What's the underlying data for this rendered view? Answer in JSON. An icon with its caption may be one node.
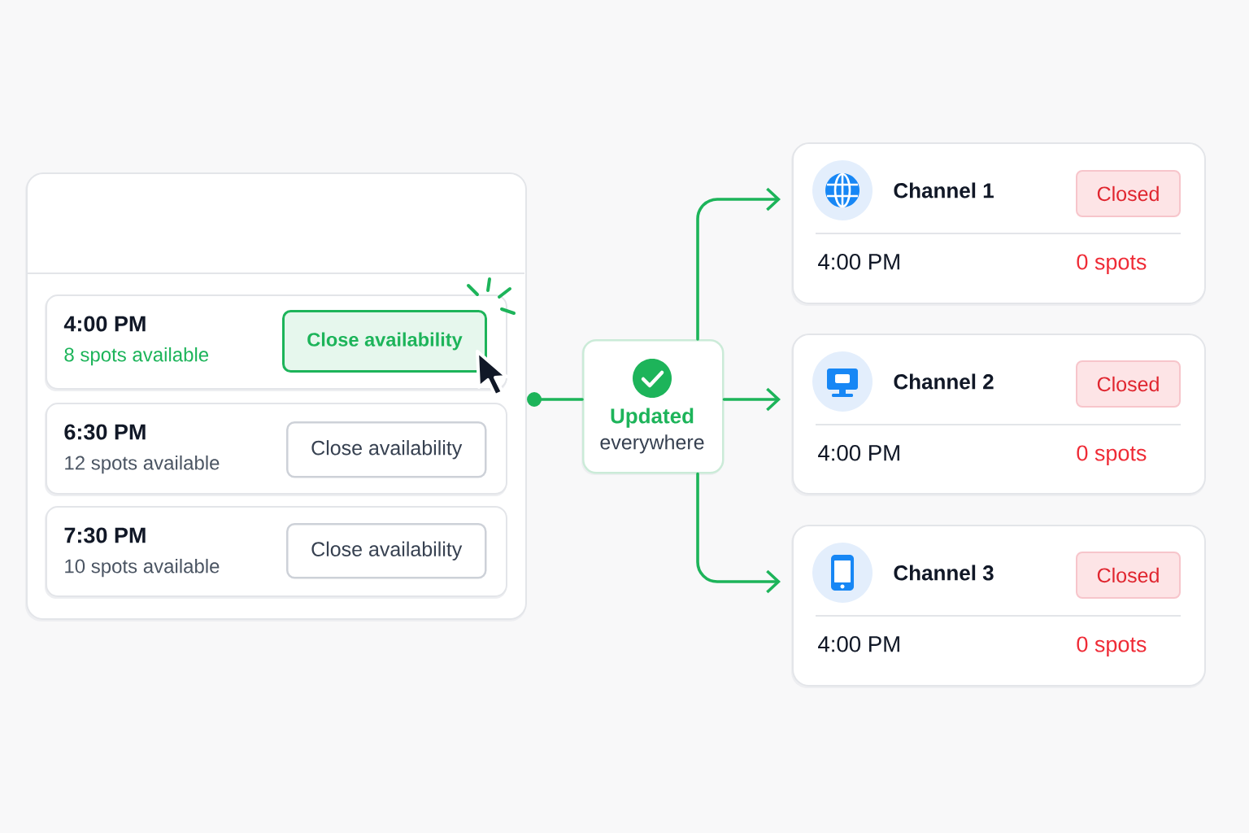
{
  "diagram": {
    "nodes": [
      {
        "text": [],
        "shape": "box"
      },
      {
        "text": [
          "4:00 PM",
          "8 spots available"
        ],
        "in": 0
      },
      {
        "text": [
          "Close availability"
        ],
        "in": 1
      },
      {
        "text": [
          "6:30 PM",
          "12 spots available"
        ],
        "in": 0
      },
      {
        "text": [
          "Close availability"
        ],
        "in": 3
      },
      {
        "text": [
          "7:30 PM",
          "10 spots available"
        ],
        "in": 0
      },
      {
        "text": [
          "Close availability"
        ],
        "in": 5
      },
      {
        "text": [
          "Updated",
          "everywhere"
        ]
      },
      {
        "text": [
          "Channel 1",
          "4:00 PM",
          "0 spots"
        ]
      },
      {
        "text": [
          "Closed"
        ],
        "in": 8
      },
      {
        "text": [
          "Channel 2",
          "4:00 PM",
          "0 spots"
        ]
      },
      {
        "text": [
          "Closed"
        ],
        "in": 10
      },
      {
        "text": [
          "Channel 3",
          "4:00 PM",
          "0 spots"
        ]
      },
      {
        "text": [
          "Closed"
        ],
        "in": 12
      }
    ],
    "edges": [
      {
        "from": 0,
        "to": 7,
        "arrow": "other"
      },
      {
        "from": 7,
        "to": 8,
        "arrow": "to"
      },
      {
        "from": 7,
        "to": 10,
        "arrow": "to"
      },
      {
        "from": 7,
        "to": 12,
        "arrow": "to"
      }
    ]
  }
}
